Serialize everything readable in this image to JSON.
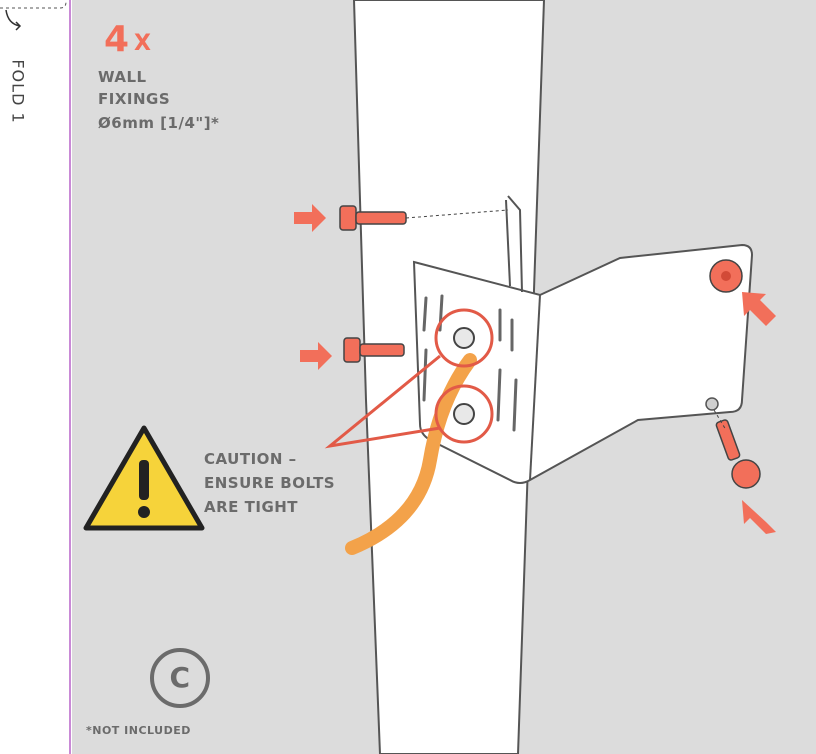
{
  "fold": {
    "label": "FOLD 1"
  },
  "fixings": {
    "quantity": "4",
    "multiplier": "X",
    "line1": "WALL",
    "line2": "FIXINGS",
    "line3": "Ø6mm [1/4\"]*"
  },
  "caution": {
    "line1": "CAUTION –",
    "line2": "ENSURE BOLTS",
    "line3": "ARE TIGHT"
  },
  "step": {
    "letter": "C"
  },
  "footnote": "*NOT INCLUDED",
  "colors": {
    "background_panel": "#dcdcdc",
    "accent": "#f26f5a",
    "bolt": "#f26f5a",
    "cable": "#f3a24a",
    "warning": "#f6d33a",
    "fold_line": "#c98ad6"
  }
}
